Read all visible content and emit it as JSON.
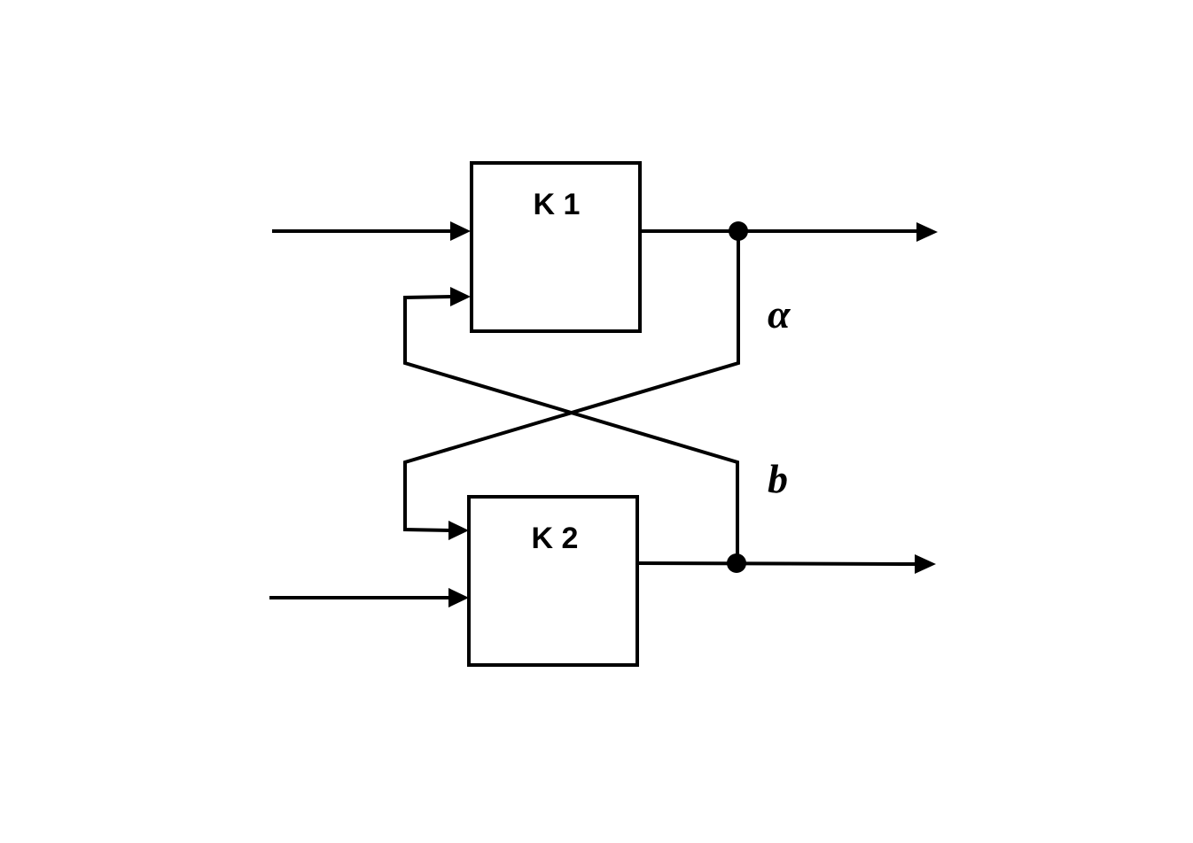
{
  "blocks": {
    "k1": {
      "label": "K 1"
    },
    "k2": {
      "label": "K 2"
    }
  },
  "signals": {
    "a": "α",
    "b": "b"
  }
}
